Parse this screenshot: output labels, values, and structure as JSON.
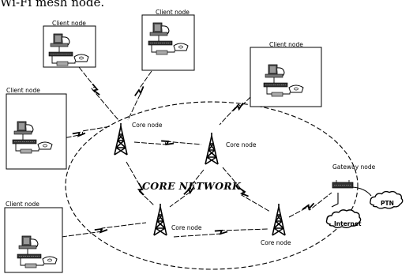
{
  "heading": "Wi-Fi mesh node.",
  "core_network_label": "CORE NETWORK",
  "client_nodes": [
    {
      "label": "Client node"
    },
    {
      "label": "Client node"
    },
    {
      "label": "Client node"
    },
    {
      "label": "Client node"
    },
    {
      "label": "Client node"
    }
  ],
  "core_nodes": [
    {
      "label": "Core node"
    },
    {
      "label": "Core node"
    },
    {
      "label": "Core node"
    },
    {
      "label": "Core node"
    }
  ],
  "gateway_node": {
    "label": "Gateway node"
  },
  "internet_cloud": {
    "label": "Internet"
  },
  "ptn_cloud": {
    "label": "PTN"
  }
}
